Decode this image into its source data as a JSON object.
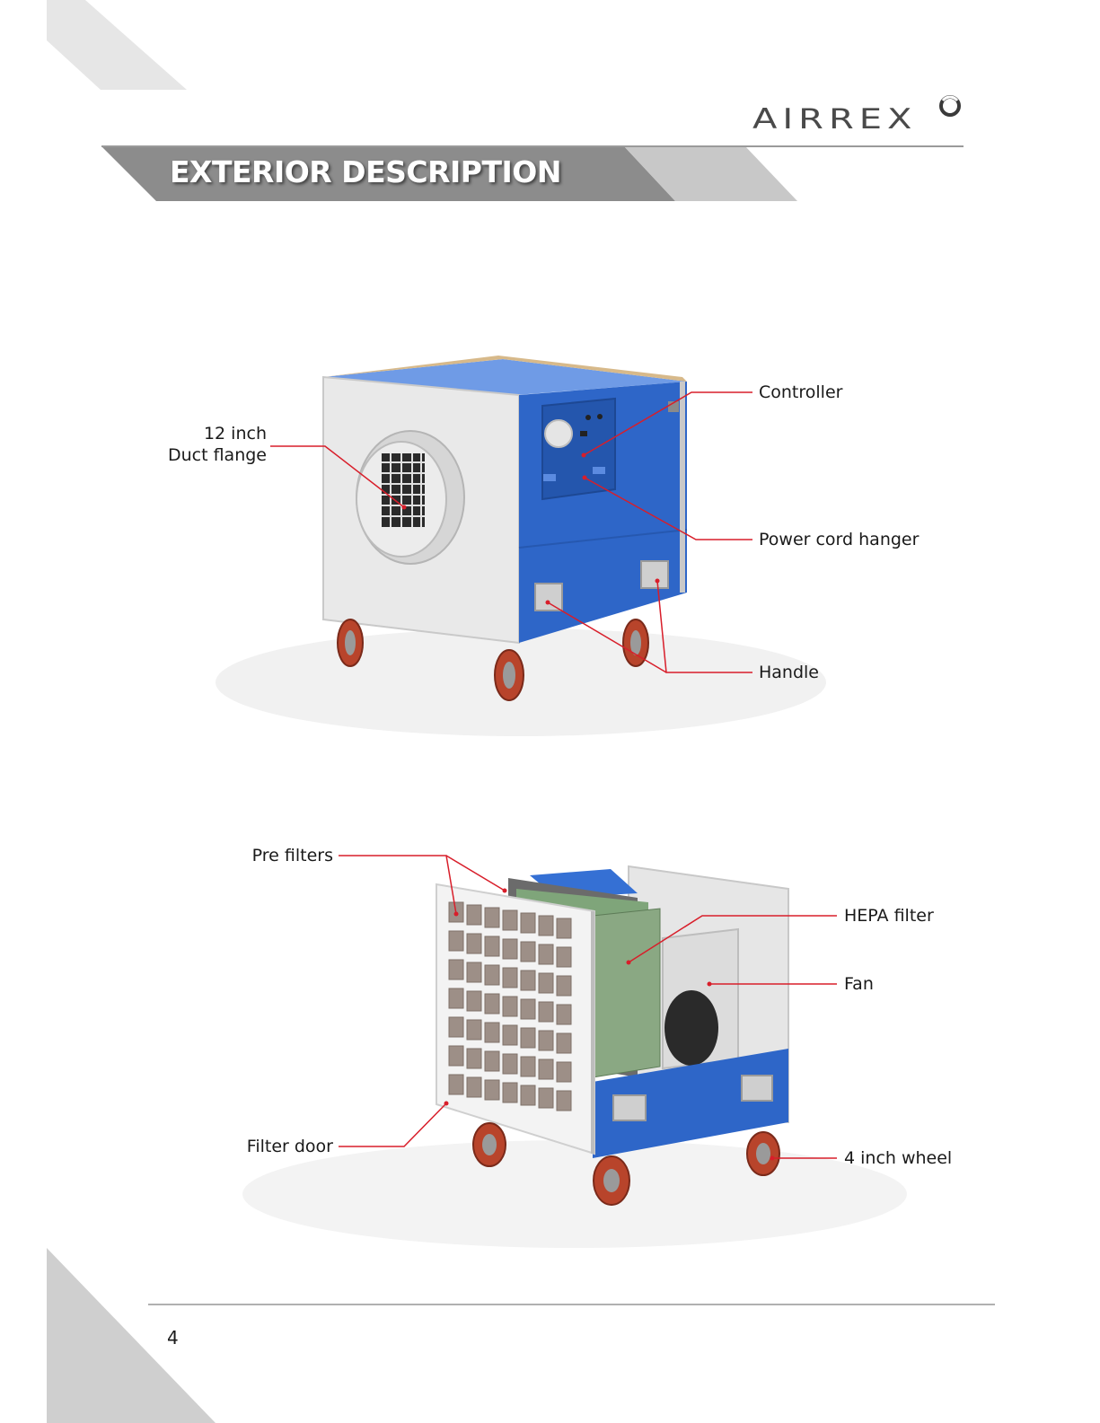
{
  "brand": {
    "logo": "AIRREX"
  },
  "header": {
    "title": "EXTERIOR DESCRIPTION"
  },
  "figure1": {
    "callouts": {
      "duct_line1": "12 inch",
      "duct_line2": "Duct flange",
      "controller": "Controller",
      "power_cord": "Power cord hanger",
      "handle": "Handle"
    }
  },
  "figure2": {
    "callouts": {
      "pre_filters": "Pre filters",
      "hepa": "HEPA filter",
      "fan": "Fan",
      "filter_door": "Filter door",
      "wheel": "4 inch wheel"
    }
  },
  "footer": {
    "page_number": "4"
  },
  "colors": {
    "callout_line": "#d81e2a",
    "unit_blue": "#2e66c8",
    "wheel": "#b8442b"
  }
}
